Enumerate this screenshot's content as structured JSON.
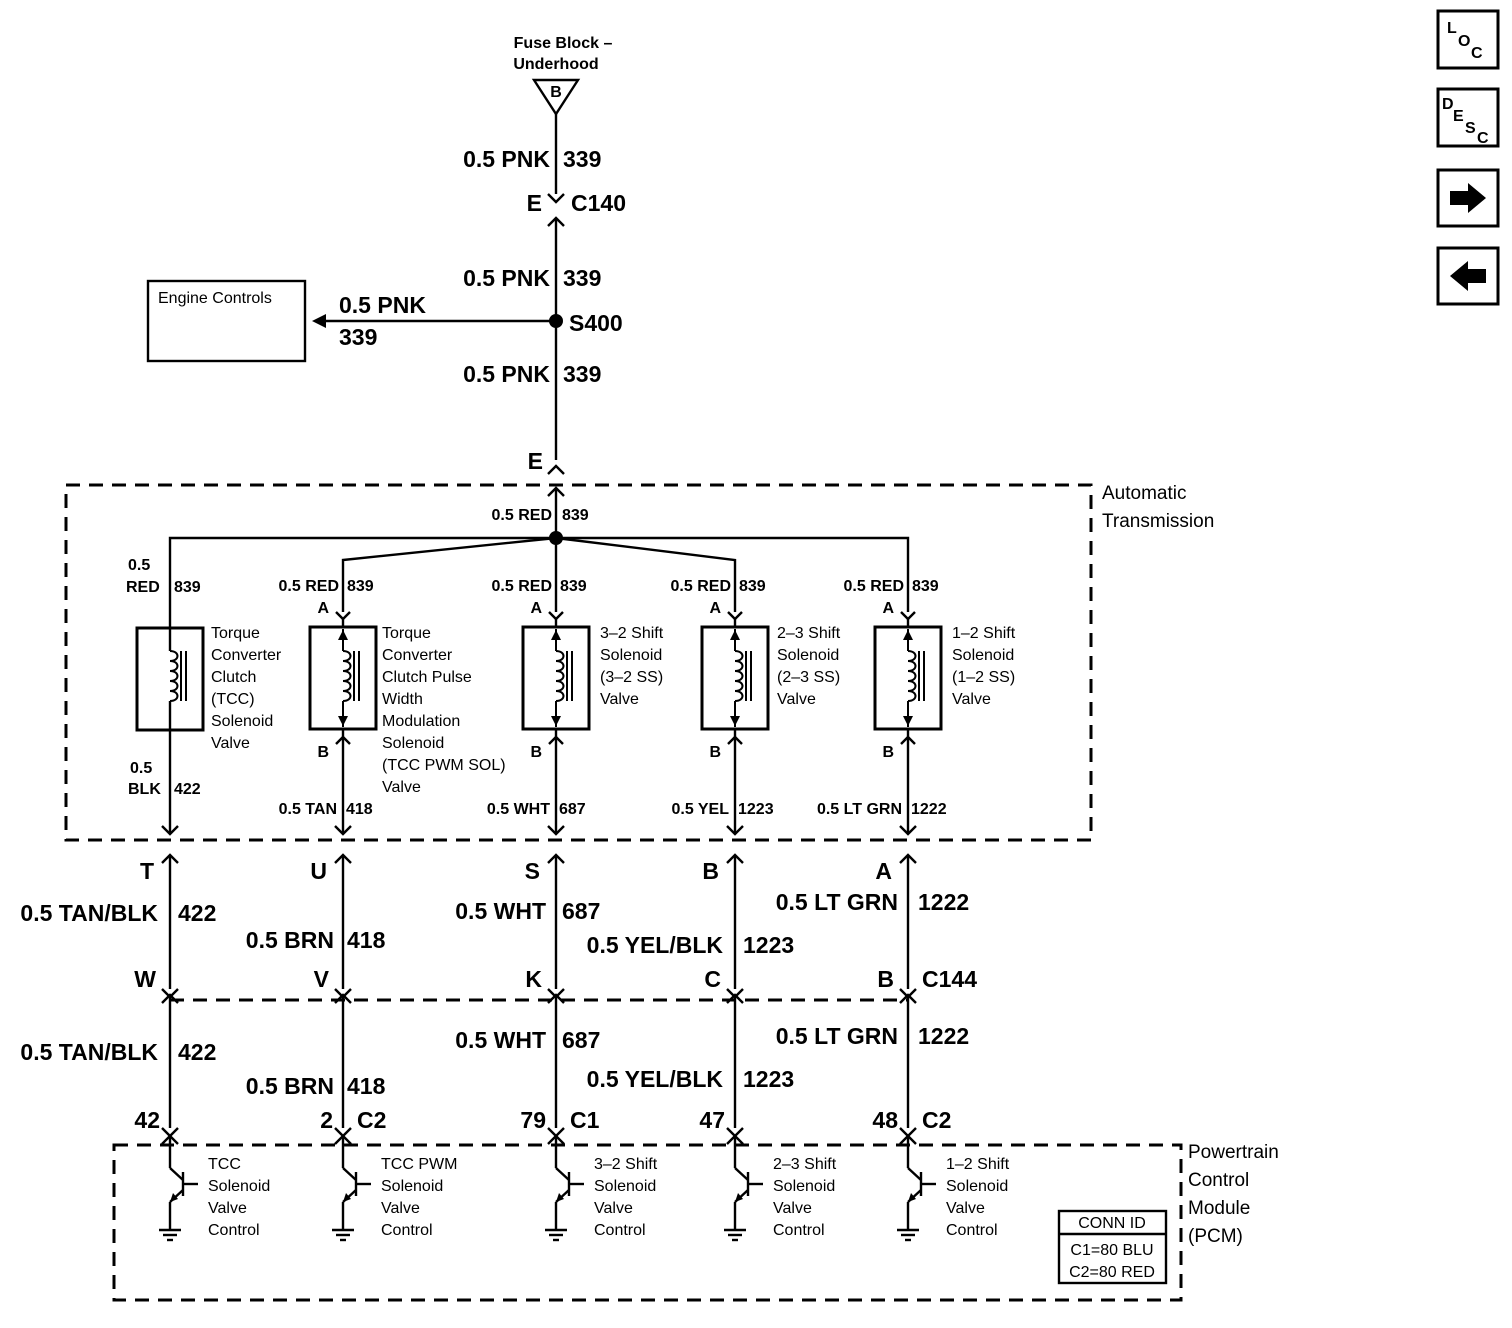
{
  "source": {
    "label_line1": "Fuse Block –",
    "label_line2": "Underhood",
    "terminal": "B"
  },
  "top_wires": [
    {
      "size_color": "0.5 PNK",
      "circuit": "339"
    },
    {
      "size_color": "0.5 PNK",
      "circuit": "339"
    },
    {
      "size_color": "0.5 PNK",
      "circuit": "339"
    }
  ],
  "connector_c140": {
    "pin": "E",
    "name": "C140"
  },
  "splice": {
    "name": "S400"
  },
  "engine_controls": {
    "label": "Engine Controls",
    "size_color": "0.5 PNK",
    "circuit": "339"
  },
  "trans_entry_pin": "E",
  "automatic_transmission": {
    "label_line1": "Automatic",
    "label_line2": "Transmission"
  },
  "trans_feed": {
    "size_color": "0.5 RED",
    "circuit": "839"
  },
  "tcc": {
    "feed_size": "0.5",
    "feed_color": "RED",
    "feed_circuit": "839",
    "out_size": "0.5",
    "out_color": "BLK",
    "out_circuit": "422",
    "label": [
      "Torque",
      "Converter",
      "Clutch",
      "(TCC)",
      "Solenoid",
      "Valve"
    ]
  },
  "solenoids": [
    {
      "id": "tcc-pwm",
      "feed": "0.5 RED",
      "feed_circuit": "839",
      "pin_a": "A",
      "pin_b": "B",
      "out": "0.5 TAN",
      "out_circuit": "418",
      "label": [
        "Torque",
        "Converter",
        "Clutch Pulse",
        "Width",
        "Modulation",
        "Solenoid",
        "(TCC PWM SOL)",
        "Valve"
      ]
    },
    {
      "id": "3-2",
      "feed": "0.5 RED",
      "feed_circuit": "839",
      "pin_a": "A",
      "pin_b": "B",
      "out": "0.5 WHT",
      "out_circuit": "687",
      "label": [
        "3–2 Shift",
        "Solenoid",
        "(3–2 SS)",
        "Valve"
      ]
    },
    {
      "id": "2-3",
      "feed": "0.5 RED",
      "feed_circuit": "839",
      "pin_a": "A",
      "pin_b": "B",
      "out": "0.5 YEL",
      "out_circuit": "1223",
      "label": [
        "2–3 Shift",
        "Solenoid",
        "(2–3 SS)",
        "Valve"
      ]
    },
    {
      "id": "1-2",
      "feed": "0.5 RED",
      "feed_circuit": "839",
      "pin_a": "A",
      "pin_b": "B",
      "out": "0.5 LT GRN",
      "out_circuit": "1222",
      "label": [
        "1–2 Shift",
        "Solenoid",
        "(1–2 SS)",
        "Valve"
      ]
    }
  ],
  "trans_connector_pins": [
    "T",
    "U",
    "S",
    "B",
    "A"
  ],
  "mid_wires": [
    {
      "size_color": "0.5 TAN/BLK",
      "circuit": "422"
    },
    {
      "size_color": "0.5 BRN",
      "circuit": "418"
    },
    {
      "size_color": "0.5 WHT",
      "circuit": "687"
    },
    {
      "size_color": "0.5 YEL/BLK",
      "circuit": "1223"
    },
    {
      "size_color": "0.5 LT GRN",
      "circuit": "1222"
    }
  ],
  "connector_c144": {
    "pins": [
      "W",
      "V",
      "K",
      "C",
      "B"
    ],
    "name": "C144"
  },
  "low_wires": [
    {
      "size_color": "0.5 TAN/BLK",
      "circuit": "422"
    },
    {
      "size_color": "0.5 BRN",
      "circuit": "418"
    },
    {
      "size_color": "0.5 WHT",
      "circuit": "687"
    },
    {
      "size_color": "0.5 YEL/BLK",
      "circuit": "1223"
    },
    {
      "size_color": "0.5 LT GRN",
      "circuit": "1222"
    }
  ],
  "pcm_pins": [
    {
      "pin": "42",
      "conn": ""
    },
    {
      "pin": "2",
      "conn": "C2"
    },
    {
      "pin": "79",
      "conn": "C1"
    },
    {
      "pin": "47",
      "conn": ""
    },
    {
      "pin": "48",
      "conn": "C2"
    }
  ],
  "pcm_controls": [
    [
      "TCC",
      "Solenoid",
      "Valve",
      "Control"
    ],
    [
      "TCC PWM",
      "Solenoid",
      "Valve",
      "Control"
    ],
    [
      "3–2 Shift",
      "Solenoid",
      "Valve",
      "Control"
    ],
    [
      "2–3 Shift",
      "Solenoid",
      "Valve",
      "Control"
    ],
    [
      "1–2 Shift",
      "Solenoid",
      "Valve",
      "Control"
    ]
  ],
  "pcm": {
    "label": [
      "Powertrain",
      "Control",
      "Module",
      "(PCM)"
    ]
  },
  "conn_id": {
    "title": "CONN ID",
    "rows": [
      "C1=80 BLU",
      "C2=80 RED"
    ]
  },
  "nav": {
    "loc": [
      "L",
      "O",
      "C"
    ],
    "desc": [
      "D",
      "E",
      "S",
      "C"
    ]
  }
}
